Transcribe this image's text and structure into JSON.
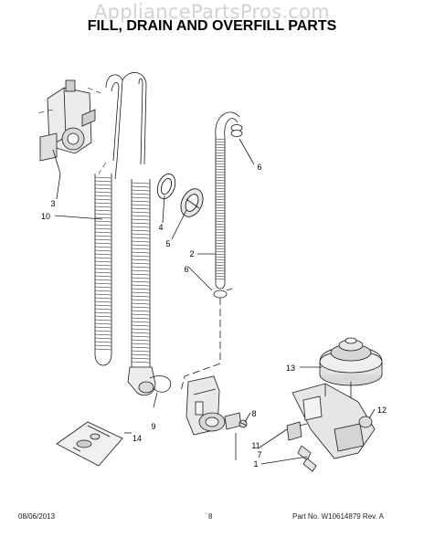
{
  "watermark": "AppliancePartsPros.com",
  "title": "FILL, DRAIN AND OVERFILL PARTS",
  "footer": {
    "date": "08/06/2013",
    "page": "8",
    "part_number": "Part No.  W10614879  Rev.  A"
  },
  "callouts": [
    "1",
    "2",
    "3",
    "4",
    "5",
    "6",
    "6",
    "7",
    "8",
    "9",
    "10",
    "11",
    "12",
    "13",
    "14"
  ],
  "colors": {
    "line": "#1a1a1a",
    "watermark": "#d2d2d2",
    "part_fill": "#e6e6e6"
  }
}
